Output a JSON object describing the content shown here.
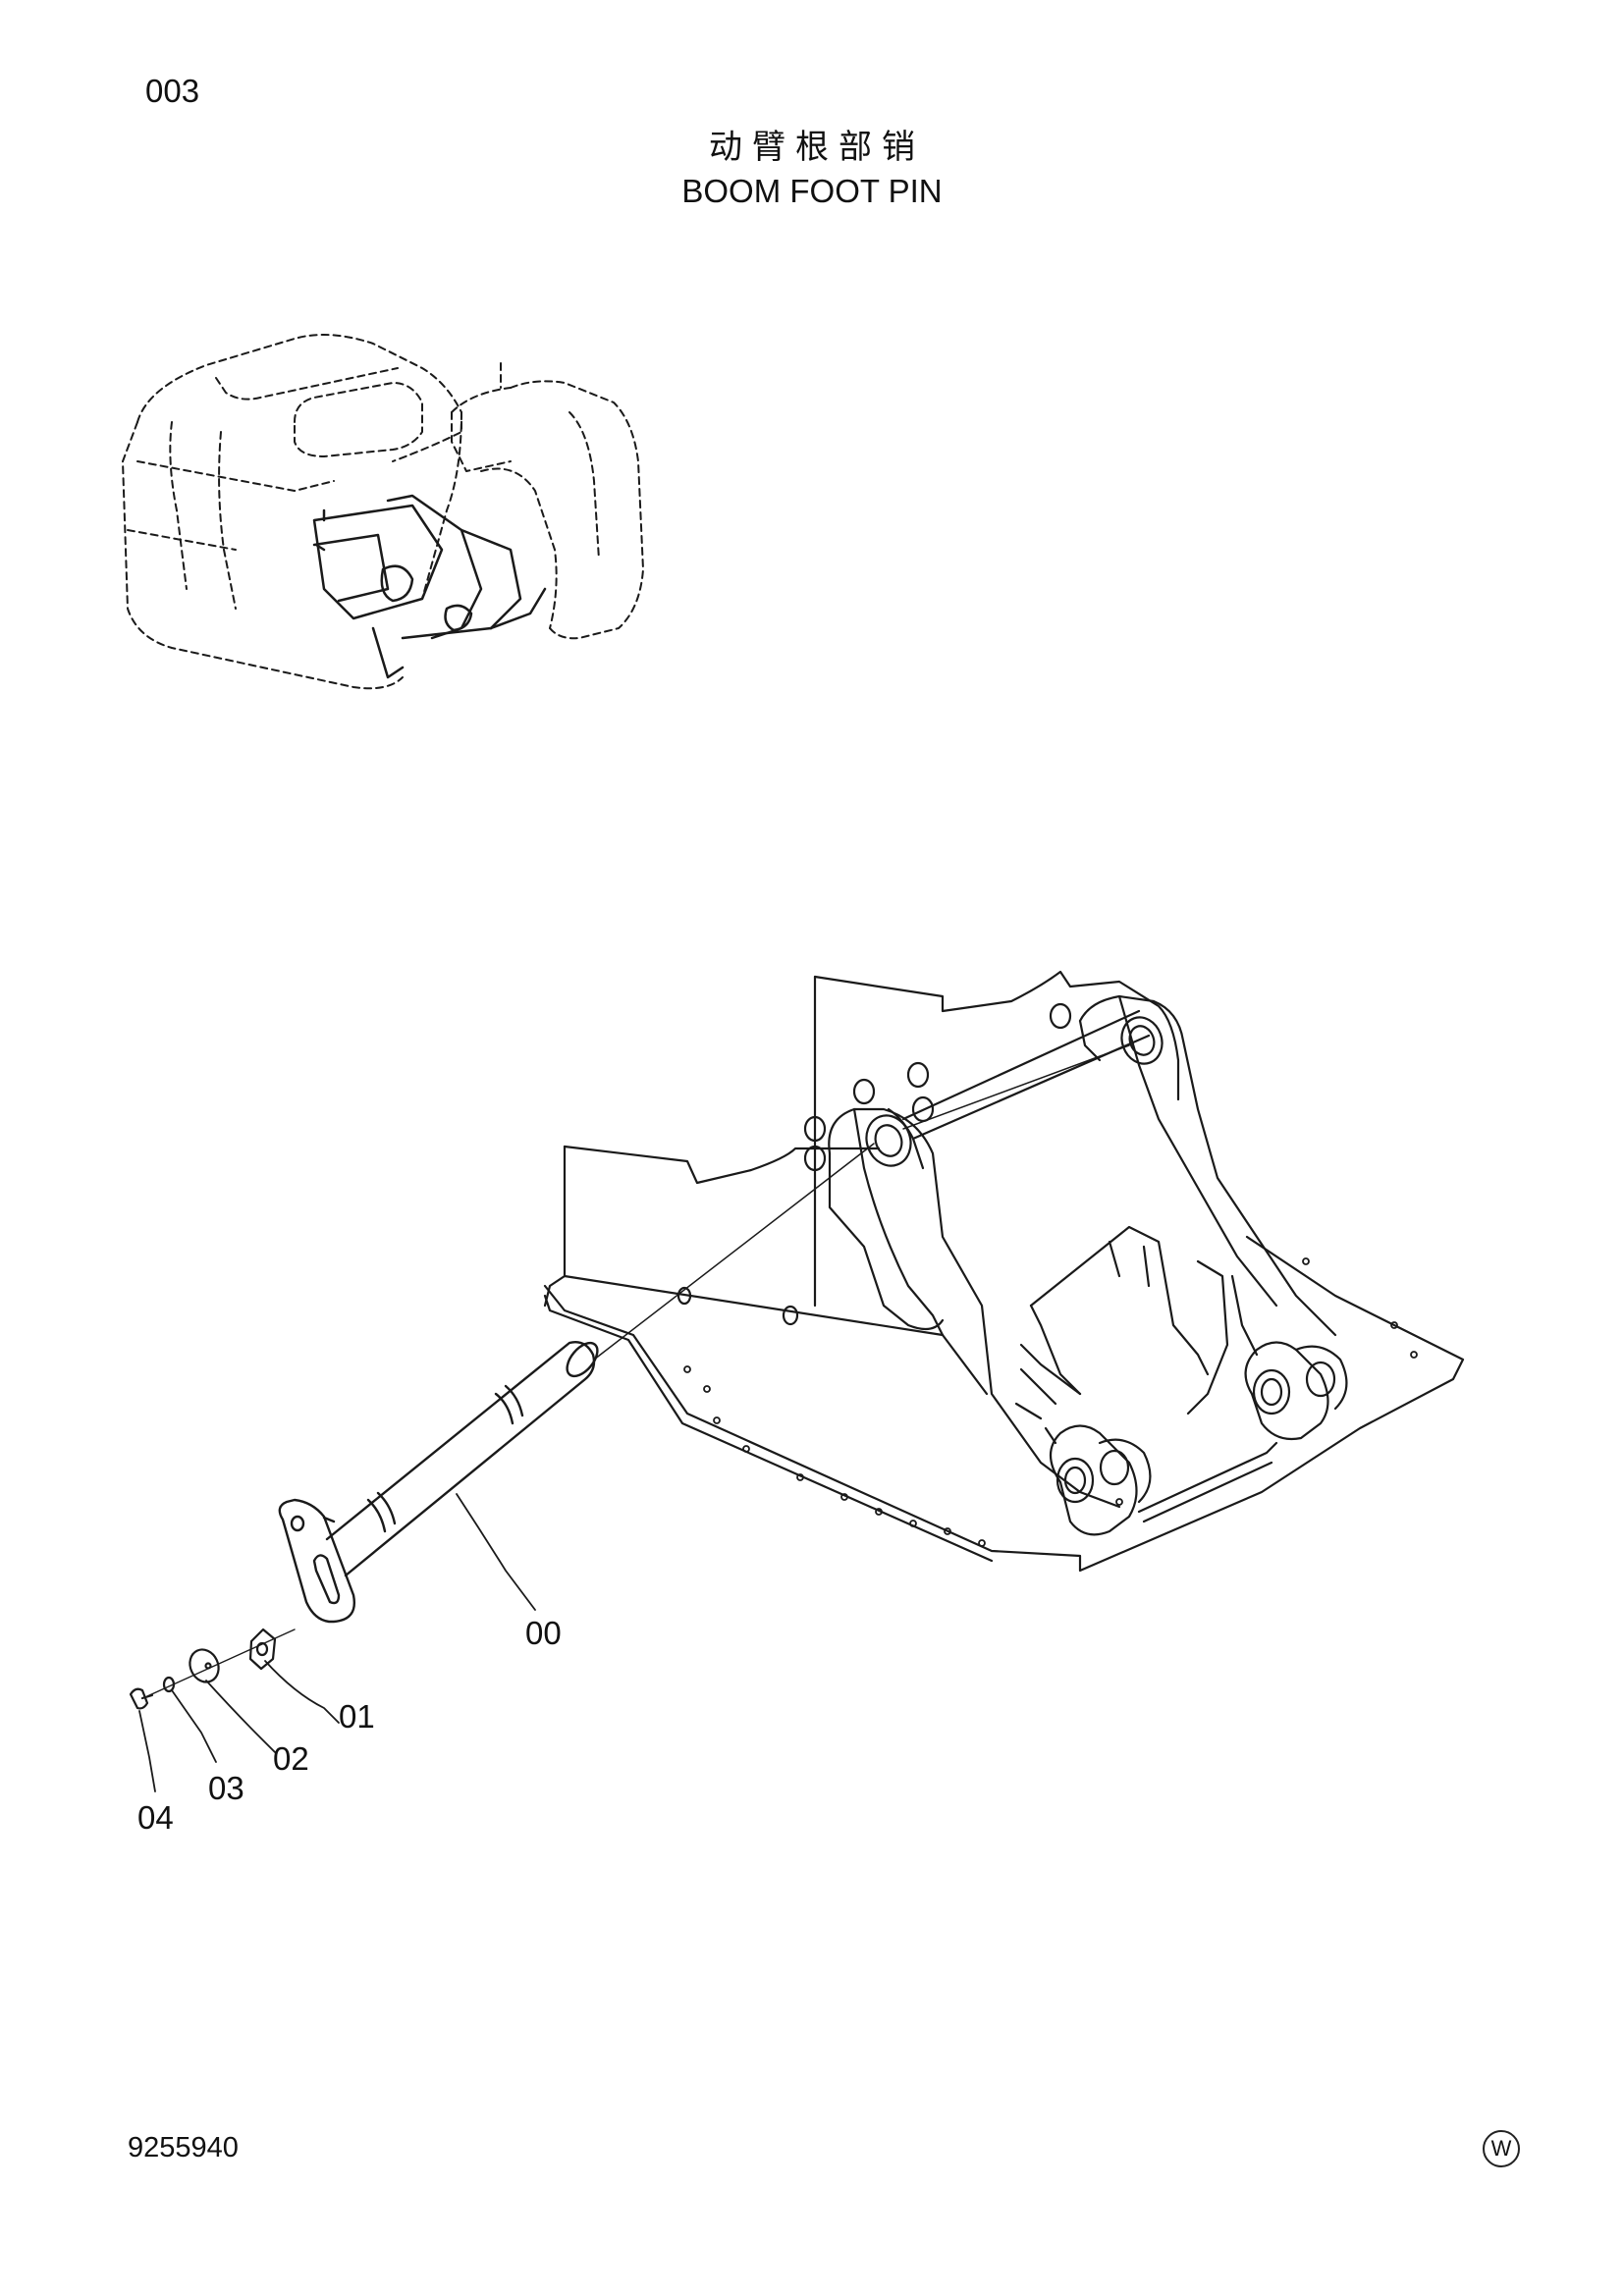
{
  "header": {
    "page_number": "003",
    "title_cn": "动臂根部销",
    "title_en": "BOOM  FOOT PIN"
  },
  "parts": [
    {
      "callout": "00"
    },
    {
      "callout": "01"
    },
    {
      "callout": "02"
    },
    {
      "callout": "03"
    },
    {
      "callout": "04"
    }
  ],
  "footer": {
    "doc_number": "9255940",
    "mark": "W"
  }
}
